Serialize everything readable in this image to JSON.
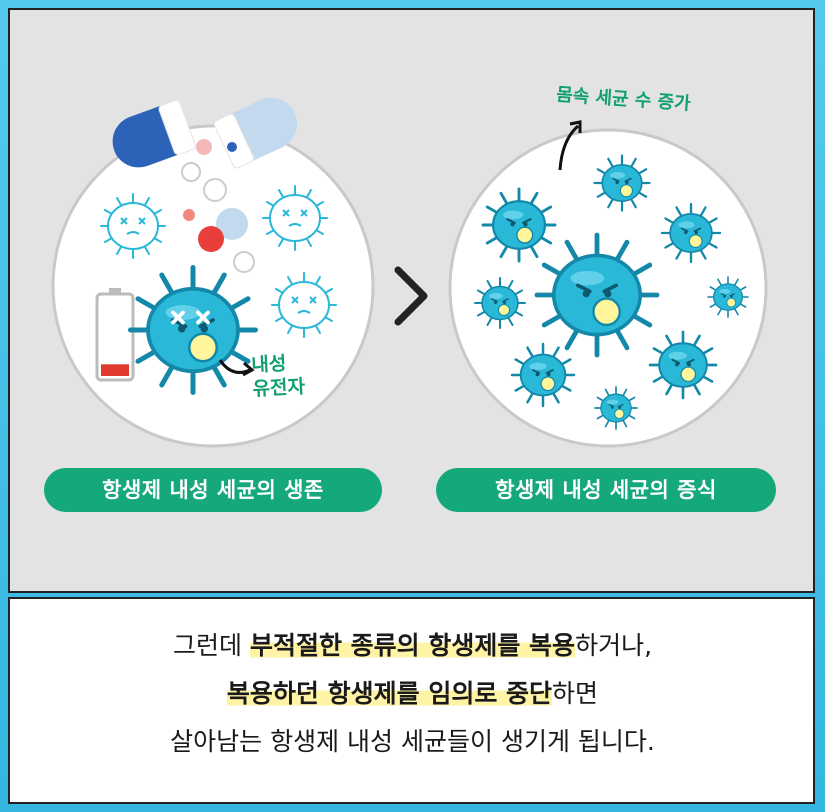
{
  "labels": {
    "left_pill": "항생제 내성 세균의 생존",
    "right_pill": "항생제 내성 세균의 증식",
    "gene_line1": "내성",
    "gene_line2": "유전자",
    "increase": "몸속 세균 수 증가"
  },
  "caption": {
    "line1_a": "그런데 ",
    "line1_b": "부적절한 종류의 항생제를 복용",
    "line1_c": "하거나,",
    "line2_a": "복용하던 항생제를 임의로 중단",
    "line2_b": "하면",
    "line3": "살아남는 항생제 내성 세균들이 생기게 됩니다."
  },
  "battery_level": 0.15,
  "colors": {
    "bacteria": "#29b8d8",
    "bacteria_dark": "#1388a8",
    "nucleus": "#fff59a",
    "pill_green": "#14a87a",
    "capsule_blue": "#2c63b8",
    "capsule_light": "#c2d9ee",
    "battery_red": "#e03a2e",
    "highlight": "#fff3a6"
  },
  "icons": [
    "capsule-icon",
    "bacteria-icon",
    "battery-icon",
    "arrow-icon",
    "chevron-right-icon"
  ]
}
